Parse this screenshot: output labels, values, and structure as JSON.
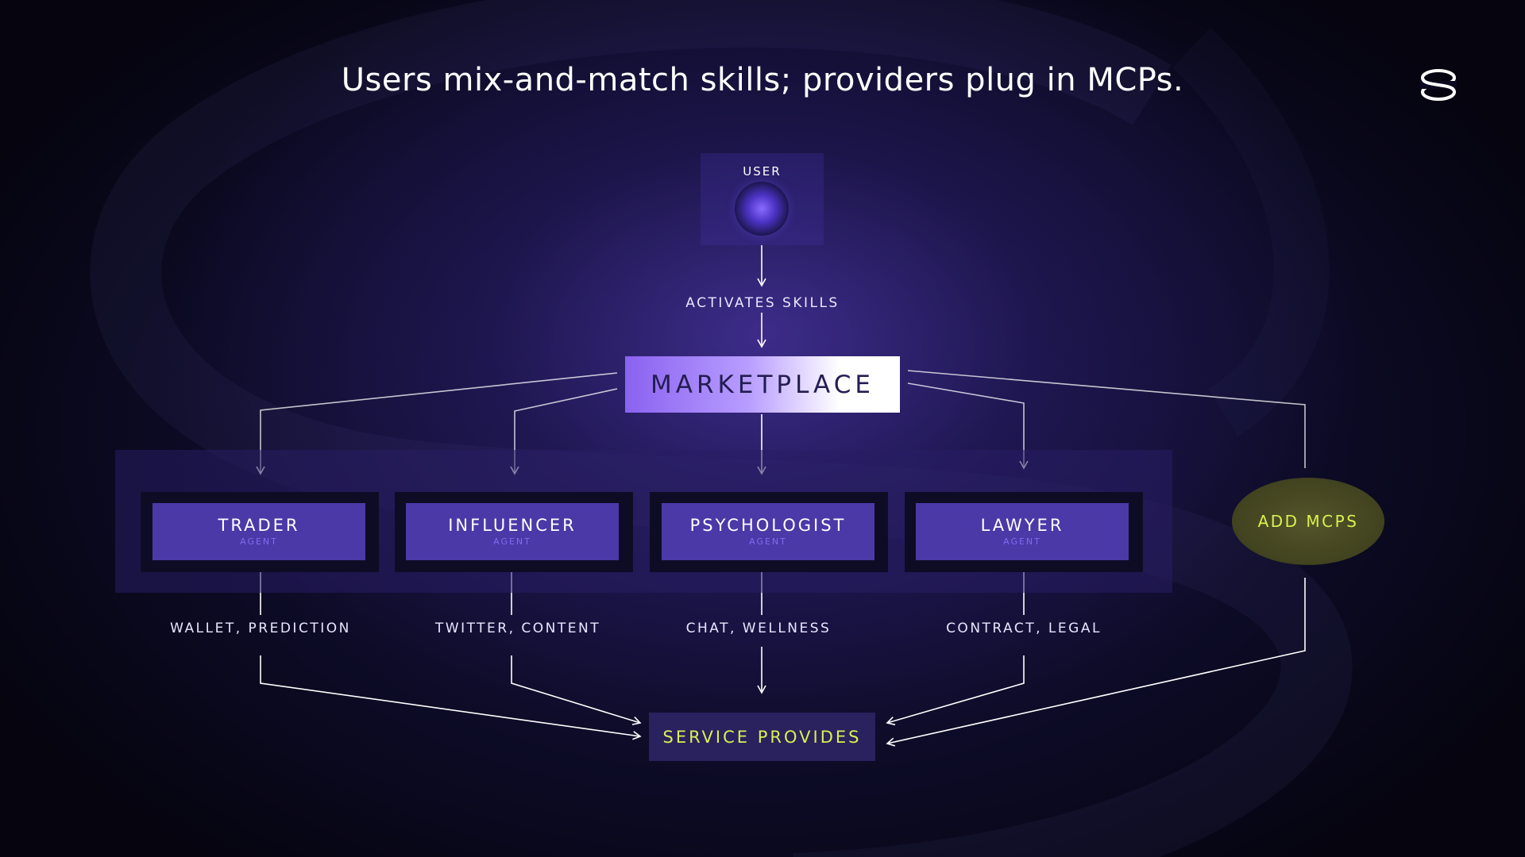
{
  "title": "Users mix-and-match skills; providers plug in MCPs.",
  "logo": {
    "icon": "s-logo-icon"
  },
  "user": {
    "label": "USER",
    "icon": "user-orb-icon"
  },
  "activates_label": "ACTIVATES SKILLS",
  "marketplace_label": "MARKETPLACE",
  "agents": [
    {
      "name": "TRADER",
      "sub": "AGENT",
      "skills": "WALLET, PREDICTION"
    },
    {
      "name": "INFLUENCER",
      "sub": "AGENT",
      "skills": "TWITTER, CONTENT"
    },
    {
      "name": "PSYCHOLOGIST",
      "sub": "AGENT",
      "skills": "CHAT, WELLNESS"
    },
    {
      "name": "LAWYER",
      "sub": "AGENT",
      "skills": "CONTRACT, LEGAL"
    }
  ],
  "mcps_label": "ADD MCPS",
  "service_label": "SERVICE PROVIDES",
  "colors": {
    "background": "#07061a",
    "agent_card": "#4b39a8",
    "accent_yellow": "#d9f04f",
    "marketplace_text": "#241d52",
    "line": "#ffffff"
  }
}
